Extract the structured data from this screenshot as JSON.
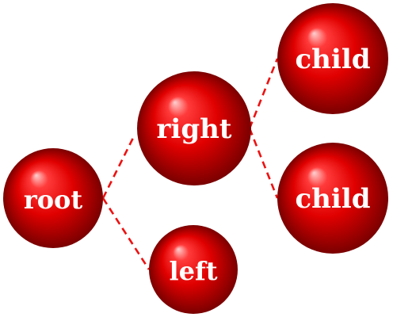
{
  "diagram": {
    "nodes": [
      {
        "id": "root",
        "label": "root"
      },
      {
        "id": "left",
        "label": "left"
      },
      {
        "id": "right",
        "label": "right"
      },
      {
        "id": "child1",
        "label": "child"
      },
      {
        "id": "child2",
        "label": "child"
      }
    ],
    "edges": [
      {
        "from": "root",
        "to": "left"
      },
      {
        "from": "root",
        "to": "right"
      },
      {
        "from": "right",
        "to": "child1"
      },
      {
        "from": "right",
        "to": "child2"
      }
    ],
    "colors": {
      "sphere_highlight": "#ffd0d0",
      "sphere_mid": "#e00000",
      "sphere_dark": "#7a0000",
      "edge": "#ee1111",
      "label": "#ffffff"
    }
  }
}
